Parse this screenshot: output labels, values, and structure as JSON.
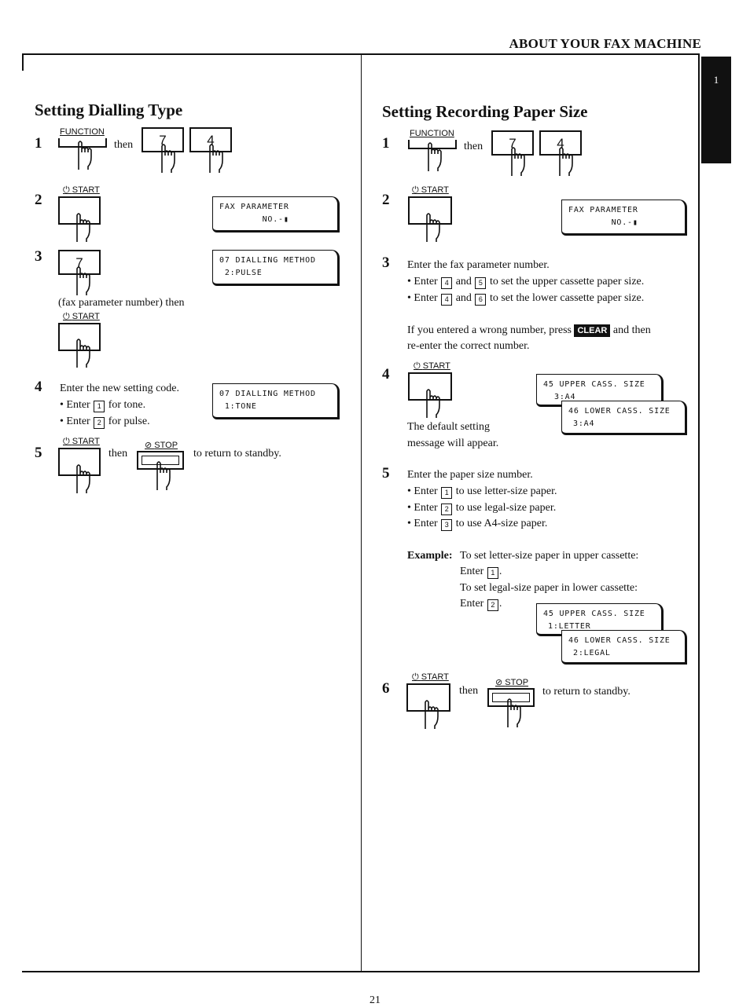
{
  "header": {
    "title": "ABOUT YOUR FAX MACHINE",
    "tab_label": "1"
  },
  "page_number": "21",
  "keys": {
    "function": "FUNCTION",
    "start": "START",
    "stop": "STOP",
    "clear": "CLEAR"
  },
  "left": {
    "title": "Setting Dialling Type",
    "step1": {
      "num": "1",
      "then": "then",
      "digit1": "7",
      "digit2": "4"
    },
    "step2": {
      "num": "2",
      "lcd1": "FAX PARAMETER",
      "lcd2": "        NO.-▮"
    },
    "step3": {
      "num": "3",
      "digit": "7",
      "text": "(fax parameter number) then",
      "lcd1": "07 DIALLING METHOD",
      "lcd2": " 2:PULSE"
    },
    "step4": {
      "num": "4",
      "text": "Enter the new setting code.",
      "b1_pre": "• Enter",
      "b1_key": "1",
      "b1_post": "for tone.",
      "b2_pre": "• Enter",
      "b2_key": "2",
      "b2_post": "for pulse.",
      "lcd1": "07 DIALLING METHOD",
      "lcd2": " 1:TONE"
    },
    "step5": {
      "num": "5",
      "then": "then",
      "text": "to return to standby."
    }
  },
  "right": {
    "title": "Setting Recording Paper Size",
    "step1": {
      "num": "1",
      "then": "then",
      "digit1": "7",
      "digit2": "4"
    },
    "step2": {
      "num": "2",
      "lcd1": "FAX PARAMETER",
      "lcd2": "        NO.-▮"
    },
    "step3": {
      "num": "3",
      "text": "Enter the fax parameter number.",
      "b1_pre": "• Enter",
      "b1_k1": "4",
      "b1_and": "and",
      "b1_k2": "5",
      "b1_post": "to set the upper cassette paper size.",
      "b2_pre": "• Enter",
      "b2_k1": "4",
      "b2_and": "and",
      "b2_k2": "6",
      "b2_post": "to set the lower cassette paper size.",
      "wrong_pre": "If you entered a wrong number, press",
      "wrong_post": "and then",
      "wrong2": "re-enter the correct number."
    },
    "step4": {
      "num": "4",
      "text1": "The default setting",
      "text2": "message will appear.",
      "lcdA1": "45 UPPER CASS. SIZE",
      "lcdA2": "3:A4",
      "lcdB1": "46 LOWER CASS. SIZE",
      "lcdB2": "3:A4"
    },
    "step5": {
      "num": "5",
      "text": "Enter the paper size number.",
      "b1_pre": "• Enter",
      "b1_key": "1",
      "b1_post": "to use letter-size paper.",
      "b2_pre": "• Enter",
      "b2_key": "2",
      "b2_post": "to use legal-size paper.",
      "b3_pre": "• Enter",
      "b3_key": "3",
      "b3_post": "to use A4-size paper.",
      "example_label": "Example:",
      "ex1": "To set letter-size paper in upper cassette:",
      "ex1_enter": "Enter",
      "ex1_key": "1",
      "ex1_dot": ".",
      "ex2": "To set legal-size paper in lower cassette:",
      "ex2_enter": "Enter",
      "ex2_key": "2",
      "ex2_dot": ".",
      "lcdA1": "45 UPPER CASS. SIZE",
      "lcdA2": "1:LETTER",
      "lcdB1": "46 LOWER CASS. SIZE",
      "lcdB2": "2:LEGAL"
    },
    "step6": {
      "num": "6",
      "then": "then",
      "text": "to return to standby."
    }
  }
}
